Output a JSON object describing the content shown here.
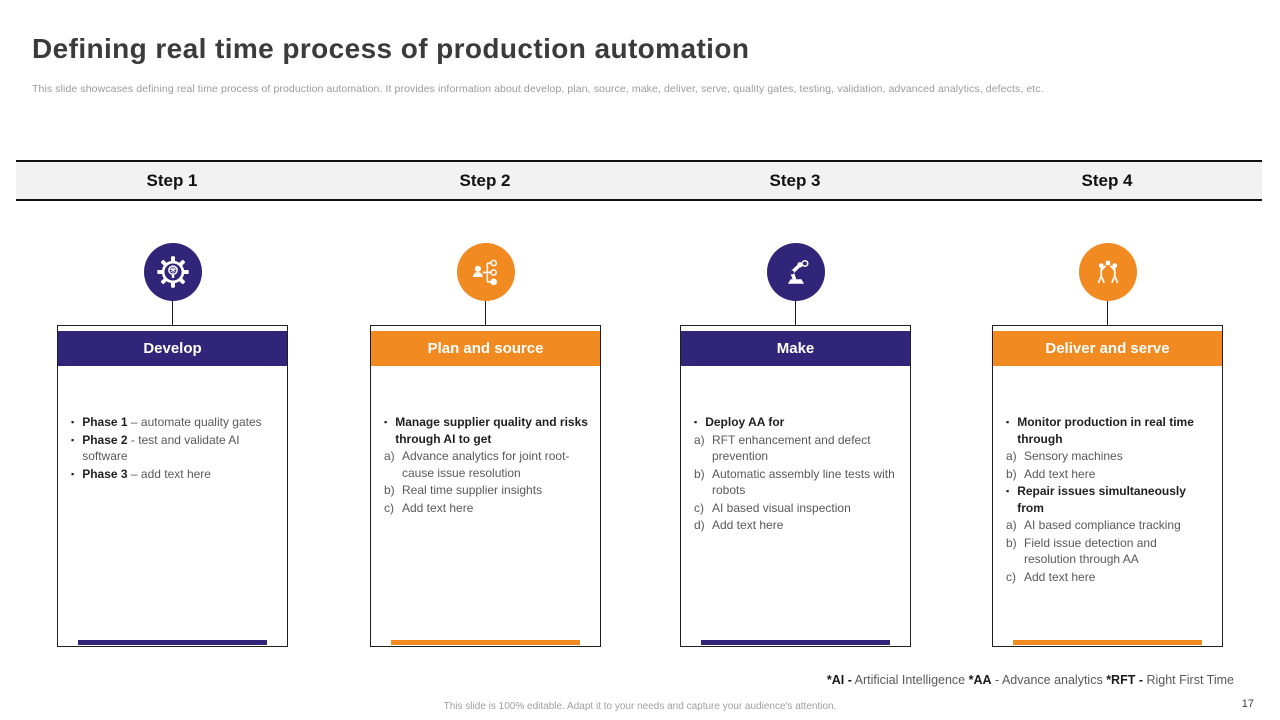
{
  "slide": {
    "title": "Defining real time process of production automation",
    "subtitle": "This slide showcases defining real time process of production automation. It provides information about develop, plan, source, make, deliver, serve, quality gates, testing, validation, advanced analytics, defects, etc.",
    "editable_note": "This slide is 100% editable.  Adapt it to your needs and capture your audience's attention.",
    "page_number": "17"
  },
  "colors": {
    "indigo": "#312579",
    "orange": "#F18A21",
    "body_gray": "#595959",
    "bar_background": "#f2f2f2"
  },
  "steps": [
    {
      "label": "Step 1",
      "header": "Develop",
      "accent": "#312579",
      "icon": "gear-brain-icon",
      "items": [
        {
          "type": "bullet",
          "bold": "Phase 1",
          "text": " – automate quality gates"
        },
        {
          "type": "bullet",
          "bold": "Phase 2",
          "text": " - test and validate AI software"
        },
        {
          "type": "bullet",
          "bold": "Phase 3",
          "text": " – add text here"
        }
      ]
    },
    {
      "label": "Step 2",
      "header": "Plan and source",
      "accent": "#F18A21",
      "icon": "supplier-network-icon",
      "items": [
        {
          "type": "bullet",
          "bold": "Manage supplier quality and risks through AI to get",
          "text": ""
        },
        {
          "type": "letter",
          "label": "a)",
          "text": "Advance analytics for joint root-cause issue resolution"
        },
        {
          "type": "letter",
          "label": "b)",
          "text": "Real time supplier insights"
        },
        {
          "type": "letter",
          "label": "c)",
          "text": "Add text here"
        }
      ]
    },
    {
      "label": "Step 3",
      "header": "Make",
      "accent": "#312579",
      "icon": "robot-arm-icon",
      "items": [
        {
          "type": "bullet",
          "bold": "Deploy AA for",
          "text": ""
        },
        {
          "type": "letter",
          "label": "a)",
          "text": "RFT enhancement and defect prevention"
        },
        {
          "type": "letter",
          "label": "b)",
          "text": "Automatic assembly line tests with robots"
        },
        {
          "type": "letter",
          "label": "c)",
          "text": "AI based visual inspection"
        },
        {
          "type": "letter",
          "label": "d)",
          "text": "Add text here"
        }
      ]
    },
    {
      "label": "Step 4",
      "header": "Deliver and serve",
      "accent": "#F18A21",
      "icon": "delivery-people-icon",
      "items": [
        {
          "type": "bullet",
          "bold": "Monitor production in real time through",
          "text": ""
        },
        {
          "type": "letter",
          "label": "a)",
          "text": "Sensory machines"
        },
        {
          "type": "letter",
          "label": "b)",
          "text": "Add text here"
        },
        {
          "type": "bullet",
          "bold": "Repair issues simultaneously from",
          "text": ""
        },
        {
          "type": "letter",
          "label": "a)",
          "text": "AI based compliance tracking"
        },
        {
          "type": "letter",
          "label": "b)",
          "text": "Field issue detection and resolution through AA"
        },
        {
          "type": "letter",
          "label": "c)",
          "text": "Add text here"
        }
      ]
    }
  ],
  "footnote_segments": [
    {
      "bold": "*AI -",
      "text": " Artificial Intelligence "
    },
    {
      "bold": "*AA",
      "text": "  - Advance analytics "
    },
    {
      "bold": "*RFT -",
      "text": " Right First Time"
    }
  ]
}
